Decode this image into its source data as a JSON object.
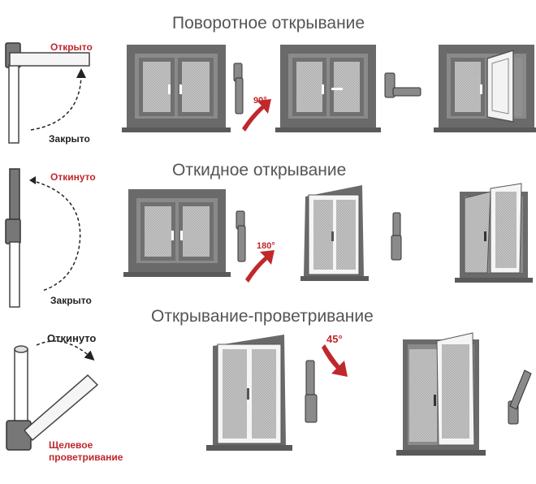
{
  "sections": [
    {
      "title": "Поворотное открывание",
      "state_open": "Открыто",
      "state_closed": "Закрыто",
      "angle": "90°"
    },
    {
      "title": "Откидное открывание",
      "state_open": "Откинуто",
      "state_closed": "Закрыто",
      "angle": "180°"
    },
    {
      "title": "Открывание-проветривание",
      "state_open": "Откинуто",
      "state_vent": "Щелевое проветривание",
      "angle": "45°"
    }
  ],
  "colors": {
    "frame": "#6a6a6a",
    "glass": "#bdbdbd",
    "sill": "#5a5a5a",
    "arrow": "#c0282c",
    "handle": "#8a8a8a"
  }
}
